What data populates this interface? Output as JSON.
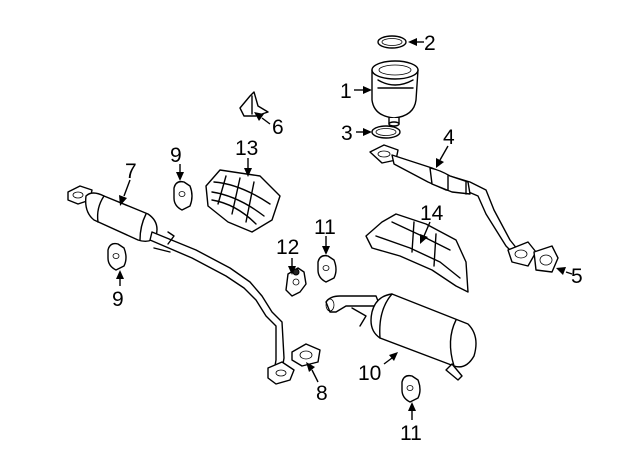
{
  "callouts": [
    {
      "id": "c1",
      "label": "1"
    },
    {
      "id": "c2",
      "label": "2"
    },
    {
      "id": "c3",
      "label": "3"
    },
    {
      "id": "c4",
      "label": "4"
    },
    {
      "id": "c5",
      "label": "5"
    },
    {
      "id": "c6",
      "label": "6"
    },
    {
      "id": "c7",
      "label": "7"
    },
    {
      "id": "c8",
      "label": "8"
    },
    {
      "id": "c9a",
      "label": "9"
    },
    {
      "id": "c9b",
      "label": "9"
    },
    {
      "id": "c10",
      "label": "10"
    },
    {
      "id": "c11a",
      "label": "11"
    },
    {
      "id": "c11b",
      "label": "11"
    },
    {
      "id": "c12",
      "label": "12"
    },
    {
      "id": "c13",
      "label": "13"
    },
    {
      "id": "c14",
      "label": "14"
    }
  ]
}
